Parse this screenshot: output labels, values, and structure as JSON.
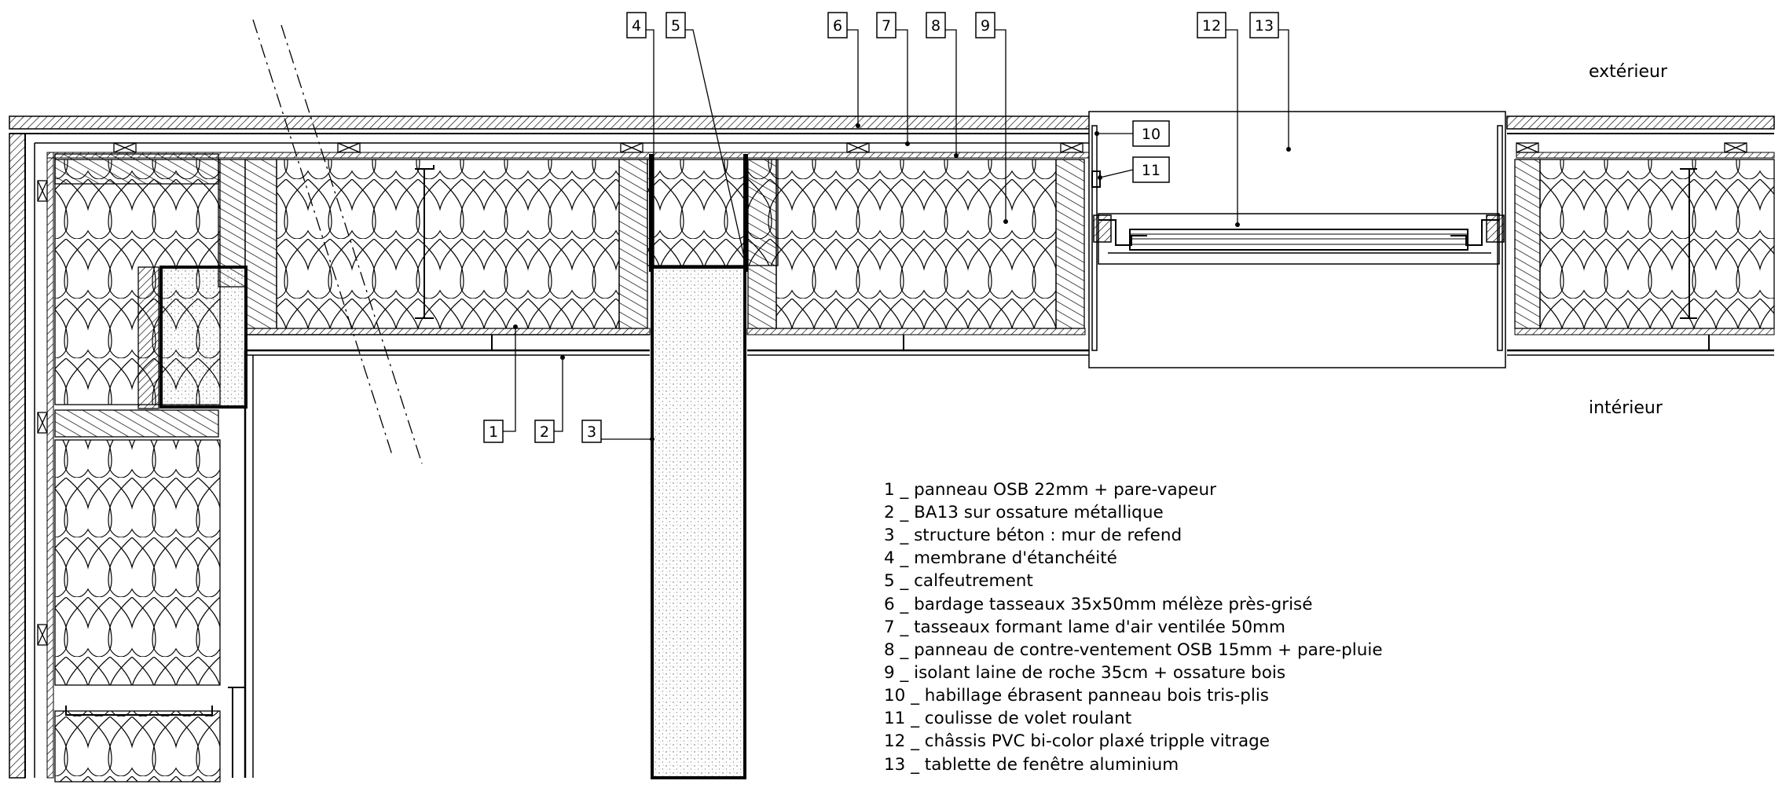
{
  "sides": {
    "exterior": "extérieur",
    "interior": "intérieur"
  },
  "legend": [
    {
      "num": "1",
      "text": "panneau OSB 22mm + pare-vapeur"
    },
    {
      "num": "2",
      "text": "BA13 sur ossature métallique"
    },
    {
      "num": "3",
      "text": "structure béton : mur de refend"
    },
    {
      "num": "4",
      "text": "membrane d'étanchéité"
    },
    {
      "num": "5",
      "text": "calfeutrement"
    },
    {
      "num": "6",
      "text": "bardage tasseaux 35x50mm mélèze près-grisé"
    },
    {
      "num": "7",
      "text": "tasseaux formant lame d'air ventilée 50mm"
    },
    {
      "num": "8",
      "text": "panneau de contre-ventement OSB 15mm + pare-pluie"
    },
    {
      "num": "9",
      "text": "isolant laine de roche 35cm + ossature bois"
    },
    {
      "num": "10",
      "text": "habillage ébrasent panneau bois tris-plis"
    },
    {
      "num": "11",
      "text": "coulisse de volet roulant"
    },
    {
      "num": "12",
      "text": "châssis PVC bi-color plaxé tripple vitrage"
    },
    {
      "num": "13",
      "text": "tablette de fenêtre aluminium"
    }
  ]
}
